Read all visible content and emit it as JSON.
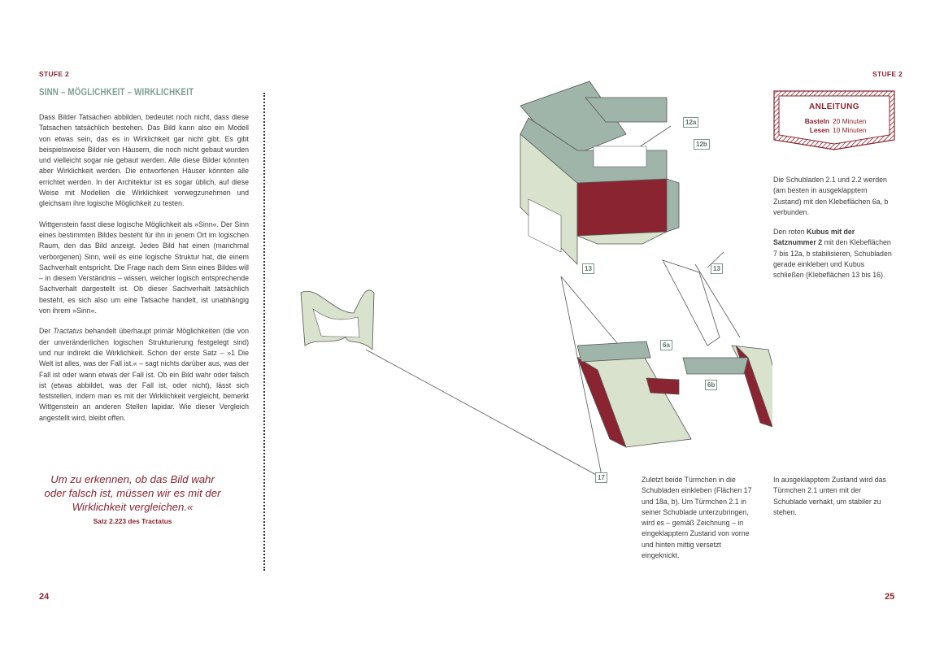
{
  "left": {
    "stufe": "STUFE 2",
    "title": "SINN – MÖGLICHKEIT – WIRKLICHKEIT",
    "p1": "Dass Bilder Tatsachen abbilden, bedeutet noch nicht, dass diese Tatsachen tatsächlich bestehen. Das Bild kann also ein Modell von etwas sein, das es in Wirklichkeit gar nicht gibt. Es gibt beispielsweise Bilder von Häusern, die noch nicht gebaut wurden und vielleicht sogar nie gebaut werden. Alle diese Bilder könnten aber Wirklichkeit werden. Die entworfenen Häuser könnten alle errichtet werden. In der Architektur ist es sogar üblich, auf diese Weise mit Modellen die Wirklichkeit vorwegzunehmen und gleichsam ihre logische Möglichkeit zu testen.",
    "p2": "Wittgenstein fasst diese logische Möglichkeit als »Sinn«. Der Sinn eines bestimmten Bildes besteht für ihn in jenem Ort im logischen Raum, den das Bild anzeigt. Jedes Bild hat einen (manchmal verborgenen) Sinn, weil es eine logische Struktur hat, die einem Sachverhalt entspricht. Die Frage nach dem Sinn eines Bildes will – in diesem Verständnis – wissen, welcher logisch entsprechende Sachverhalt dargestellt ist. Ob dieser Sachverhalt tatsächlich besteht, es sich also um eine Tatsache handelt, ist unabhängig von ihrem »Sinn«.",
    "p3_a": "Der ",
    "p3_em": "Tractatus",
    "p3_b": " behandelt überhaupt primär Möglichkeiten (die von der unveränderlichen logischen Strukturierung festgelegt sind) und nur indirekt die Wirklichkeit. Schon der erste Satz – »1 Die Welt ist alles, was der Fall ist.« – sagt nichts darüber aus, was der Fall ist oder wann etwas der Fall ist. Ob ein Bild wahr oder falsch ist (etwas abbildet, was der Fall ist, oder nicht), lässt sich feststellen, indem man es mit der Wirklichkeit vergleicht, bemerkt Wittgenstein an anderen Stellen lapidar. Wie dieser Vergleich angestellt wird, bleibt offen.",
    "quote": "Um zu erkennen, ob das Bild wahr oder falsch ist, müssen wir es mit der Wirklichkeit vergleichen.«",
    "quote_source": "Satz 2.223 des Tractatus",
    "page": "24"
  },
  "right": {
    "stufe": "STUFE 2",
    "page": "25",
    "anleitung": {
      "title": "ANLEITUNG",
      "rows": [
        {
          "label": "Basteln",
          "value": "20 Minuten"
        },
        {
          "label": "Lesen",
          "value": "10 Minuten"
        }
      ]
    },
    "text1": "Die Schubladen 2.1 und 2.2 werden (am besten in ausgeklapptem Zustand) mit den Klebeflächen 6a, b verbunden.",
    "text2_a": "Den roten ",
    "text2_b": "Kubus mit der Satznummer 2",
    "text2_c": " mit den Klebeflächen 7 bis 12a, b stabilisieren, Schubladen gerade einkleben und Kubus schließen (Klebeflächen 13 bis 16).",
    "text3": "Zuletzt beide Türmchen in die Schubladen einkleben (Flächen 17 und 18a, b). Um Türmchen 2.1 in seiner Schublade unterzubringen, wird es – gemäß Zeichnung – in eingeklapptem Zustand von vorne und hinten mittig versetzt eingeknickt.",
    "text4": "In ausgeklapptem Zustand wird das Türmchen 2.1 unten mit der Schublade verhakt, um stabiler zu stehen.",
    "labels": [
      "12a",
      "12b",
      "13",
      "13",
      "6a",
      "6b",
      "17"
    ]
  },
  "colors": {
    "accent_red": "#8a2430",
    "title_green": "#7d9e92",
    "model_green": "#9fb5a9",
    "model_light": "#d9e2cc"
  }
}
